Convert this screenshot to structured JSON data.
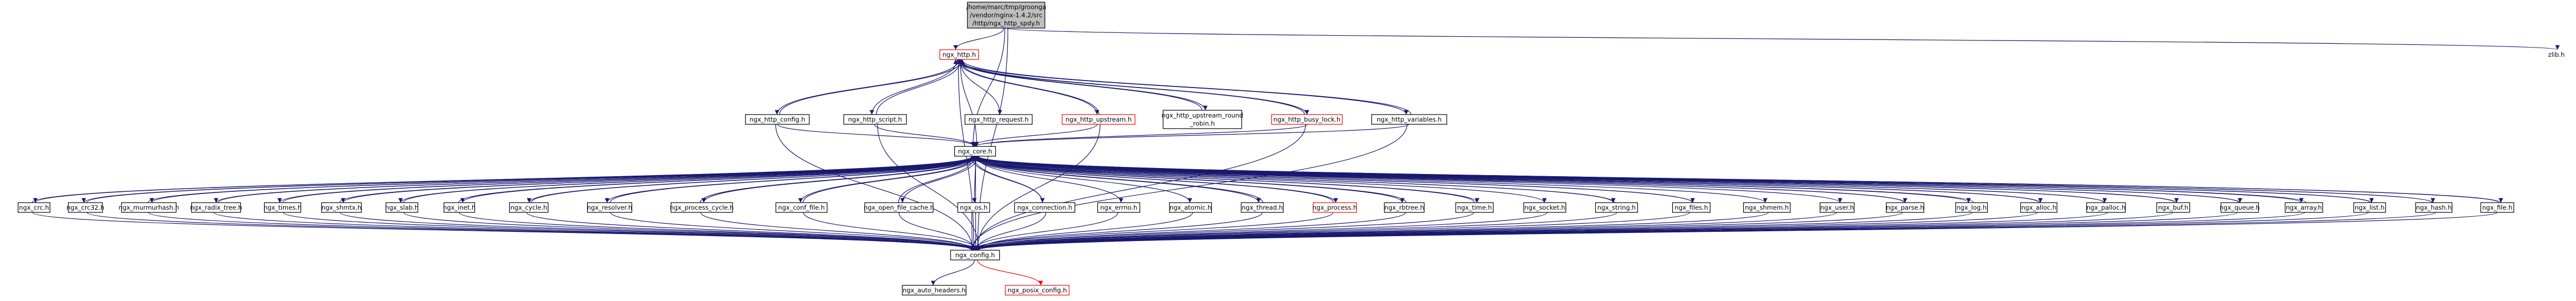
{
  "colors": {
    "edge": "#191970",
    "edge_red": "#ff0000",
    "node_border": "#000000",
    "node_border_red": "#ff0000",
    "root_fill": "#bfbfbf"
  },
  "nodes": [
    {
      "id": "root",
      "lines": [
        "/home/marc/tmp/groonga",
        "/vendor/nginx-1.4.2/src",
        "/http/ngx_http_spdy.h"
      ],
      "style": "root"
    },
    {
      "id": "ngx_http",
      "lines": [
        "ngx_http.h"
      ],
      "style": "red"
    },
    {
      "id": "zlib",
      "lines": [
        "zlib.h"
      ],
      "style": "plain"
    },
    {
      "id": "http_config",
      "lines": [
        "ngx_http_config.h"
      ],
      "style": "box"
    },
    {
      "id": "http_script",
      "lines": [
        "ngx_http_script.h"
      ],
      "style": "box"
    },
    {
      "id": "http_request",
      "lines": [
        "ngx_http_request.h"
      ],
      "style": "box"
    },
    {
      "id": "http_upstream",
      "lines": [
        "ngx_http_upstream.h"
      ],
      "style": "red"
    },
    {
      "id": "http_upstream_rr",
      "lines": [
        "ngx_http_upstream_round",
        "_robin.h"
      ],
      "style": "box"
    },
    {
      "id": "http_busy_lock",
      "lines": [
        "ngx_http_busy_lock.h"
      ],
      "style": "red"
    },
    {
      "id": "http_variables",
      "lines": [
        "ngx_http_variables.h"
      ],
      "style": "box"
    },
    {
      "id": "ngx_core",
      "lines": [
        "ngx_core.h"
      ],
      "style": "box"
    },
    {
      "id": "crc",
      "lines": [
        "ngx_crc.h"
      ],
      "style": "box"
    },
    {
      "id": "crc32",
      "lines": [
        "ngx_crc32.h"
      ],
      "style": "box"
    },
    {
      "id": "murmurhash",
      "lines": [
        "ngx_murmurhash.h"
      ],
      "style": "box"
    },
    {
      "id": "radix_tree",
      "lines": [
        "ngx_radix_tree.h"
      ],
      "style": "box"
    },
    {
      "id": "times",
      "lines": [
        "ngx_times.h"
      ],
      "style": "box"
    },
    {
      "id": "shmtx",
      "lines": [
        "ngx_shmtx.h"
      ],
      "style": "box"
    },
    {
      "id": "slab",
      "lines": [
        "ngx_slab.h"
      ],
      "style": "box"
    },
    {
      "id": "inet",
      "lines": [
        "ngx_inet.h"
      ],
      "style": "box"
    },
    {
      "id": "cycle",
      "lines": [
        "ngx_cycle.h"
      ],
      "style": "box"
    },
    {
      "id": "resolver",
      "lines": [
        "ngx_resolver.h"
      ],
      "style": "box"
    },
    {
      "id": "process_cycle",
      "lines": [
        "ngx_process_cycle.h"
      ],
      "style": "box"
    },
    {
      "id": "conf_file",
      "lines": [
        "ngx_conf_file.h"
      ],
      "style": "box"
    },
    {
      "id": "open_file_cache",
      "lines": [
        "ngx_open_file_cache.h"
      ],
      "style": "box"
    },
    {
      "id": "os",
      "lines": [
        "ngx_os.h"
      ],
      "style": "box"
    },
    {
      "id": "connection",
      "lines": [
        "ngx_connection.h"
      ],
      "style": "box"
    },
    {
      "id": "errno",
      "lines": [
        "ngx_errno.h"
      ],
      "style": "box"
    },
    {
      "id": "atomic",
      "lines": [
        "ngx_atomic.h"
      ],
      "style": "box"
    },
    {
      "id": "thread",
      "lines": [
        "ngx_thread.h"
      ],
      "style": "box"
    },
    {
      "id": "process",
      "lines": [
        "ngx_process.h"
      ],
      "style": "red"
    },
    {
      "id": "rbtree",
      "lines": [
        "ngx_rbtree.h"
      ],
      "style": "box"
    },
    {
      "id": "time",
      "lines": [
        "ngx_time.h"
      ],
      "style": "box"
    },
    {
      "id": "socket",
      "lines": [
        "ngx_socket.h"
      ],
      "style": "box"
    },
    {
      "id": "string",
      "lines": [
        "ngx_string.h"
      ],
      "style": "box"
    },
    {
      "id": "files",
      "lines": [
        "ngx_files.h"
      ],
      "style": "box"
    },
    {
      "id": "shmem",
      "lines": [
        "ngx_shmem.h"
      ],
      "style": "box"
    },
    {
      "id": "user",
      "lines": [
        "ngx_user.h"
      ],
      "style": "box"
    },
    {
      "id": "parse",
      "lines": [
        "ngx_parse.h"
      ],
      "style": "box"
    },
    {
      "id": "log",
      "lines": [
        "ngx_log.h"
      ],
      "style": "box"
    },
    {
      "id": "alloc",
      "lines": [
        "ngx_alloc.h"
      ],
      "style": "box"
    },
    {
      "id": "palloc",
      "lines": [
        "ngx_palloc.h"
      ],
      "style": "box"
    },
    {
      "id": "buf",
      "lines": [
        "ngx_buf.h"
      ],
      "style": "box"
    },
    {
      "id": "queue",
      "lines": [
        "ngx_queue.h"
      ],
      "style": "box"
    },
    {
      "id": "array",
      "lines": [
        "ngx_array.h"
      ],
      "style": "box"
    },
    {
      "id": "list",
      "lines": [
        "ngx_list.h"
      ],
      "style": "box"
    },
    {
      "id": "hash",
      "lines": [
        "ngx_hash.h"
      ],
      "style": "box"
    },
    {
      "id": "file",
      "lines": [
        "ngx_file.h"
      ],
      "style": "box"
    },
    {
      "id": "ngx_config",
      "lines": [
        "ngx_config.h"
      ],
      "style": "box"
    },
    {
      "id": "auto_headers",
      "lines": [
        "ngx_auto_headers.h"
      ],
      "style": "box"
    },
    {
      "id": "posix_config",
      "lines": [
        "ngx_posix_config.h"
      ],
      "style": "red"
    }
  ],
  "edges": [
    [
      "root",
      "ngx_http"
    ],
    [
      "root",
      "zlib"
    ],
    [
      "root",
      "ngx_core"
    ],
    [
      "root",
      "ngx_config"
    ],
    [
      "ngx_http",
      "http_config"
    ],
    [
      "ngx_http",
      "http_script"
    ],
    [
      "ngx_http",
      "http_request"
    ],
    [
      "ngx_http",
      "http_upstream"
    ],
    [
      "ngx_http",
      "http_upstream_rr"
    ],
    [
      "ngx_http",
      "http_busy_lock"
    ],
    [
      "ngx_http",
      "http_variables"
    ],
    [
      "ngx_http",
      "ngx_core"
    ],
    [
      "ngx_http",
      "ngx_config"
    ],
    [
      "http_config",
      "ngx_http"
    ],
    [
      "http_config",
      "ngx_core"
    ],
    [
      "http_config",
      "ngx_config"
    ],
    [
      "http_script",
      "ngx_http"
    ],
    [
      "http_script",
      "ngx_core"
    ],
    [
      "http_script",
      "ngx_config"
    ],
    [
      "http_upstream",
      "ngx_http"
    ],
    [
      "http_upstream",
      "ngx_core"
    ],
    [
      "http_upstream",
      "ngx_config"
    ],
    [
      "http_upstream_rr",
      "ngx_http"
    ],
    [
      "http_busy_lock",
      "ngx_http"
    ],
    [
      "http_busy_lock",
      "ngx_core"
    ],
    [
      "http_busy_lock",
      "ngx_config"
    ],
    [
      "http_variables",
      "ngx_http"
    ],
    [
      "http_variables",
      "ngx_core"
    ],
    [
      "http_variables",
      "ngx_config"
    ],
    [
      "ngx_core",
      "crc"
    ],
    [
      "ngx_core",
      "crc32"
    ],
    [
      "ngx_core",
      "murmurhash"
    ],
    [
      "ngx_core",
      "radix_tree"
    ],
    [
      "ngx_core",
      "times"
    ],
    [
      "ngx_core",
      "shmtx"
    ],
    [
      "ngx_core",
      "slab"
    ],
    [
      "ngx_core",
      "inet"
    ],
    [
      "ngx_core",
      "cycle"
    ],
    [
      "ngx_core",
      "resolver"
    ],
    [
      "ngx_core",
      "process_cycle"
    ],
    [
      "ngx_core",
      "conf_file"
    ],
    [
      "ngx_core",
      "open_file_cache"
    ],
    [
      "ngx_core",
      "os"
    ],
    [
      "ngx_core",
      "connection"
    ],
    [
      "ngx_core",
      "errno"
    ],
    [
      "ngx_core",
      "atomic"
    ],
    [
      "ngx_core",
      "thread"
    ],
    [
      "ngx_core",
      "process"
    ],
    [
      "ngx_core",
      "rbtree"
    ],
    [
      "ngx_core",
      "time"
    ],
    [
      "ngx_core",
      "socket"
    ],
    [
      "ngx_core",
      "string"
    ],
    [
      "ngx_core",
      "files"
    ],
    [
      "ngx_core",
      "shmem"
    ],
    [
      "ngx_core",
      "user"
    ],
    [
      "ngx_core",
      "parse"
    ],
    [
      "ngx_core",
      "log"
    ],
    [
      "ngx_core",
      "alloc"
    ],
    [
      "ngx_core",
      "palloc"
    ],
    [
      "ngx_core",
      "buf"
    ],
    [
      "ngx_core",
      "queue"
    ],
    [
      "ngx_core",
      "array"
    ],
    [
      "ngx_core",
      "list"
    ],
    [
      "ngx_core",
      "hash"
    ],
    [
      "ngx_core",
      "file"
    ],
    [
      "ngx_core",
      "ngx_config"
    ],
    [
      "crc",
      "ngx_config"
    ],
    [
      "crc32",
      "ngx_config"
    ],
    [
      "murmurhash",
      "ngx_config"
    ],
    [
      "radix_tree",
      "ngx_config"
    ],
    [
      "times",
      "ngx_config"
    ],
    [
      "shmtx",
      "ngx_config"
    ],
    [
      "slab",
      "ngx_config"
    ],
    [
      "inet",
      "ngx_config"
    ],
    [
      "cycle",
      "ngx_config"
    ],
    [
      "resolver",
      "ngx_config"
    ],
    [
      "process_cycle",
      "ngx_config"
    ],
    [
      "conf_file",
      "ngx_config"
    ],
    [
      "open_file_cache",
      "ngx_config"
    ],
    [
      "os",
      "ngx_config"
    ],
    [
      "connection",
      "ngx_config"
    ],
    [
      "errno",
      "ngx_config"
    ],
    [
      "atomic",
      "ngx_config"
    ],
    [
      "thread",
      "ngx_config"
    ],
    [
      "process",
      "ngx_config"
    ],
    [
      "rbtree",
      "ngx_config"
    ],
    [
      "time",
      "ngx_config"
    ],
    [
      "socket",
      "ngx_config"
    ],
    [
      "string",
      "ngx_config"
    ],
    [
      "files",
      "ngx_config"
    ],
    [
      "shmem",
      "ngx_config"
    ],
    [
      "user",
      "ngx_config"
    ],
    [
      "parse",
      "ngx_config"
    ],
    [
      "log",
      "ngx_config"
    ],
    [
      "alloc",
      "ngx_config"
    ],
    [
      "palloc",
      "ngx_config"
    ],
    [
      "buf",
      "ngx_config"
    ],
    [
      "queue",
      "ngx_config"
    ],
    [
      "array",
      "ngx_config"
    ],
    [
      "list",
      "ngx_config"
    ],
    [
      "hash",
      "ngx_config"
    ],
    [
      "file",
      "ngx_config"
    ],
    [
      "crc",
      "ngx_core"
    ],
    [
      "crc32",
      "ngx_core"
    ],
    [
      "murmurhash",
      "ngx_core"
    ],
    [
      "radix_tree",
      "ngx_core"
    ],
    [
      "times",
      "ngx_core"
    ],
    [
      "shmtx",
      "ngx_core"
    ],
    [
      "slab",
      "ngx_core"
    ],
    [
      "inet",
      "ngx_core"
    ],
    [
      "cycle",
      "ngx_core"
    ],
    [
      "resolver",
      "ngx_core"
    ],
    [
      "process_cycle",
      "ngx_core"
    ],
    [
      "conf_file",
      "ngx_core"
    ],
    [
      "open_file_cache",
      "ngx_core"
    ],
    [
      "connection",
      "ngx_core"
    ],
    [
      "thread",
      "ngx_core"
    ],
    [
      "process",
      "ngx_core"
    ],
    [
      "rbtree",
      "ngx_core"
    ],
    [
      "time",
      "ngx_core"
    ],
    [
      "string",
      "ngx_core"
    ],
    [
      "files",
      "ngx_core"
    ],
    [
      "parse",
      "ngx_core"
    ],
    [
      "log",
      "ngx_core"
    ],
    [
      "alloc",
      "ngx_core"
    ],
    [
      "palloc",
      "ngx_core"
    ],
    [
      "buf",
      "ngx_core"
    ],
    [
      "queue",
      "ngx_core"
    ],
    [
      "array",
      "ngx_core"
    ],
    [
      "list",
      "ngx_core"
    ],
    [
      "hash",
      "ngx_core"
    ],
    [
      "file",
      "ngx_core"
    ],
    [
      "ngx_config",
      "auto_headers"
    ],
    [
      "ngx_config",
      "posix_config"
    ]
  ]
}
